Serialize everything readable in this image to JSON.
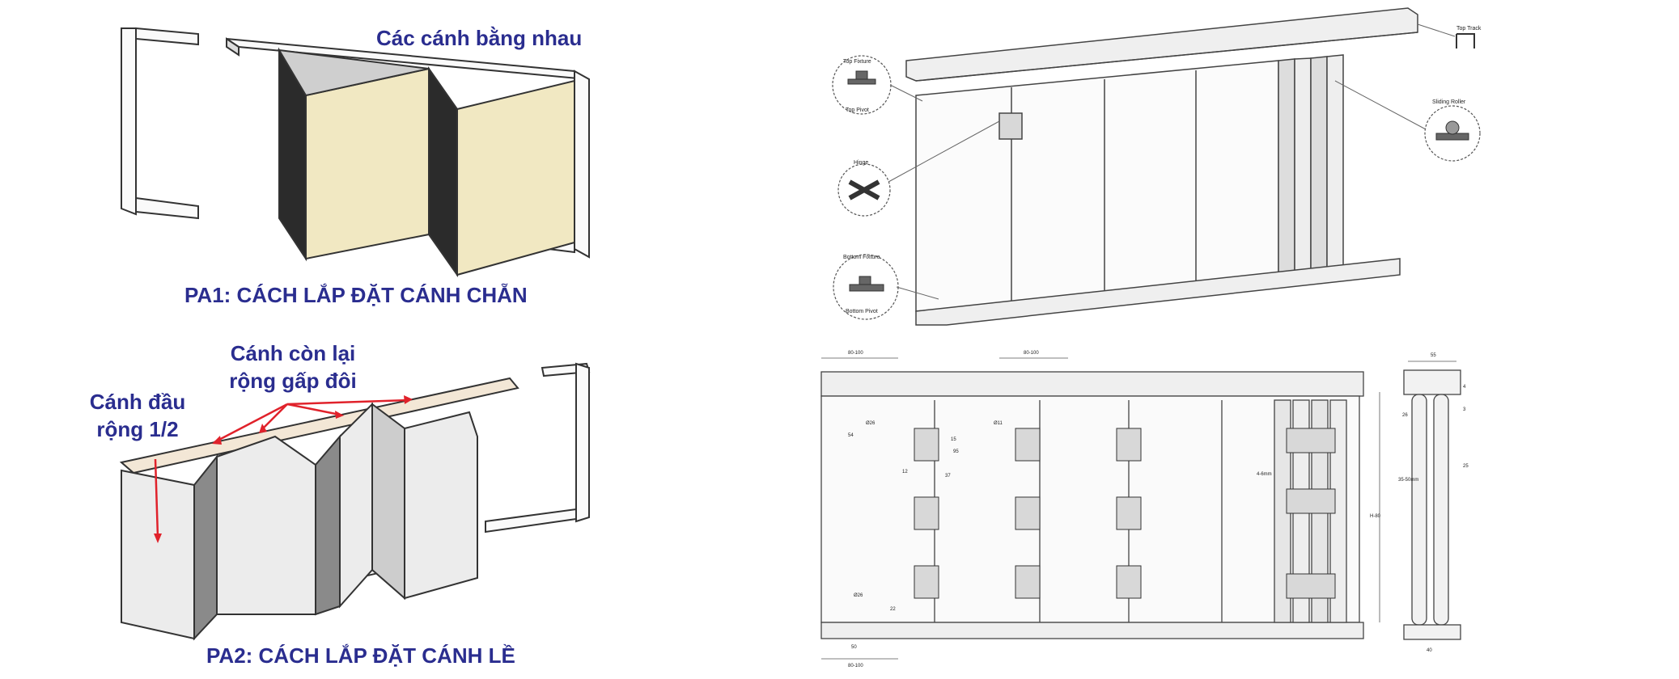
{
  "left": {
    "pa1": {
      "annotation": "Các cánh bằng nhau",
      "caption": "PA1: CÁCH LẮP ĐẶT CÁNH CHẴN"
    },
    "pa2": {
      "annotation_remaining_line1": "Cánh còn lại",
      "annotation_remaining_line2": "rộng gấp đôi",
      "annotation_first_line1": "Cánh đầu",
      "annotation_first_line2": "rộng 1/2",
      "caption": "PA2: CÁCH LẮP ĐẶT CÁNH LỀ"
    },
    "colors": {
      "caption": "#2a2d8f",
      "panel_fill_pa1": "#f1e8c2",
      "panel_fill_pa2": "#ececec",
      "arrow": "#e0222b"
    }
  },
  "right": {
    "callouts": {
      "top_track": "Top Track",
      "top_fixture": "Top Fixture",
      "top_pivot": "Top Pivot",
      "sliding_roller": "Sliding Roller",
      "hinge": "Hinge",
      "bottom_fixture": "Bottom Fixture",
      "bottom_pivot": "Bottom Pivot"
    },
    "dims": {
      "top_left": "80-100",
      "top_mid": "80-100",
      "top_right": "55",
      "d26_top": "Ø26",
      "d54": "54",
      "d11": "Ø11",
      "d15": "15",
      "d12": "12",
      "d37": "37",
      "d95": "95",
      "gap": "4-6mm",
      "height": "H-80",
      "d26_bottom": "Ø26",
      "d50": "50",
      "d80_100_bottom": "80-100",
      "d22": "22",
      "d26_side": "26",
      "d3": "3",
      "d25": "25",
      "thick": "35-50mm",
      "d40": "40",
      "d4": "4"
    }
  }
}
